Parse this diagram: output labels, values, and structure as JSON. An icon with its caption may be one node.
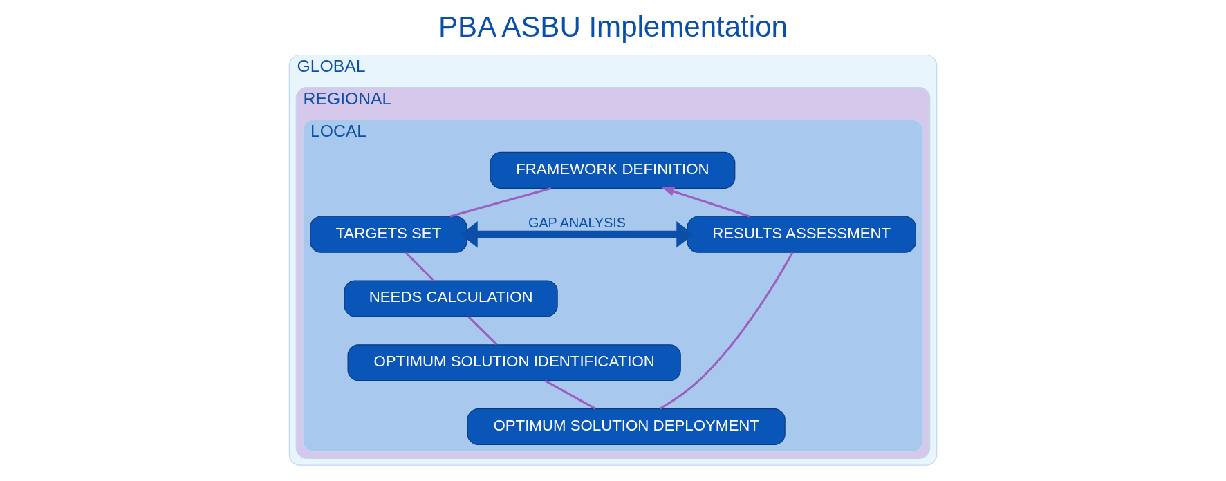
{
  "diagram": {
    "title": "PBA ASBU Implementation",
    "nodes": [
      {
        "text": [
          "GLOBAL"
        ]
      },
      {
        "text": [
          "REGIONAL"
        ],
        "in": 0
      },
      {
        "text": [
          "LOCAL"
        ],
        "in": 1
      },
      {
        "text": [
          "FRAMEWORK DEFINITION"
        ],
        "in": 2
      },
      {
        "text": [
          "TARGETS SET"
        ],
        "in": 2
      },
      {
        "text": [
          "RESULTS ASSESSMENT"
        ],
        "in": 2
      },
      {
        "text": [
          "NEEDS CALCULATION"
        ],
        "in": 2
      },
      {
        "text": [
          "OPTIMUM SOLUTION IDENTIFICATION"
        ],
        "in": 2
      },
      {
        "text": [
          "OPTIMUM SOLUTION DEPLOYMENT"
        ],
        "in": 2
      }
    ],
    "edges": [
      {
        "from": 3,
        "to": 4,
        "arrow": "none"
      },
      {
        "from": 4,
        "to": 6,
        "arrow": "none"
      },
      {
        "from": 6,
        "to": 7,
        "arrow": "none"
      },
      {
        "from": 7,
        "to": 8,
        "arrow": "none"
      },
      {
        "from": 8,
        "to": 5,
        "arrow": "none"
      },
      {
        "from": 5,
        "to": 3,
        "arrow": "to"
      },
      {
        "from": 4,
        "to": 5,
        "arrow": "both",
        "label": "GAP ANALYSIS",
        "style": "thick",
        "color": "#0b4fa8"
      }
    ]
  }
}
